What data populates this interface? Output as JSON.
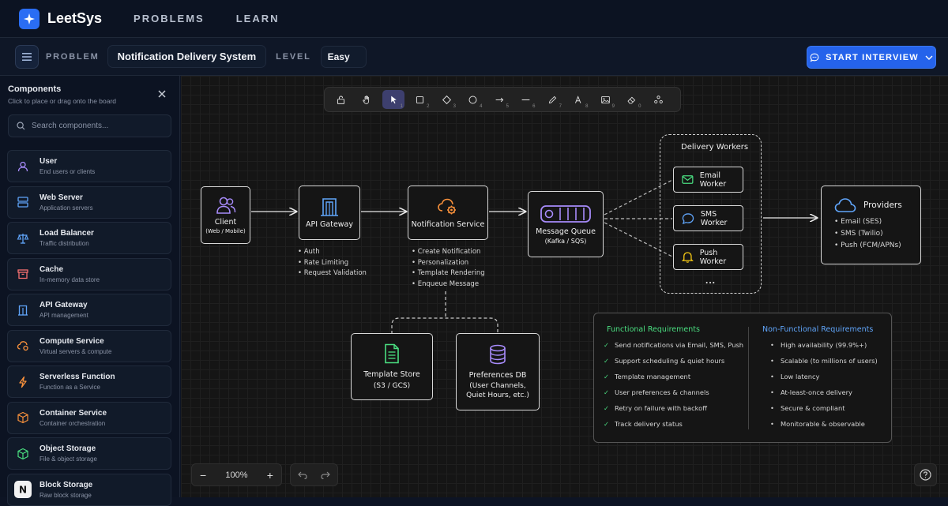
{
  "app": {
    "name": "LeetSys",
    "nav": [
      "PROBLEMS",
      "LEARN"
    ]
  },
  "problem_bar": {
    "problem_label": "PROBLEM",
    "problem_title": "Notification Delivery System",
    "level_label": "LEVEL",
    "level_value": "Easy",
    "start_button": "START INTERVIEW"
  },
  "sidebar": {
    "title": "Components",
    "subtitle": "Click to place or drag onto the board",
    "search_placeholder": "Search components...",
    "items": [
      {
        "name": "User",
        "desc": "End users or clients",
        "icon": "user-icon",
        "color": "#a78bfa"
      },
      {
        "name": "Web Server",
        "desc": "Application servers",
        "icon": "server-icon",
        "color": "#60a5fa"
      },
      {
        "name": "Load Balancer",
        "desc": "Traffic distribution",
        "icon": "scale-icon",
        "color": "#60a5fa"
      },
      {
        "name": "Cache",
        "desc": "In-memory data store",
        "icon": "cache-icon",
        "color": "#f87171"
      },
      {
        "name": "API Gateway",
        "desc": "API management",
        "icon": "gateway-icon",
        "color": "#60a5fa"
      },
      {
        "name": "Compute Service",
        "desc": "Virtual servers & compute",
        "icon": "compute-icon",
        "color": "#fb923c"
      },
      {
        "name": "Serverless Function",
        "desc": "Function as a Service",
        "icon": "lambda-icon",
        "color": "#fb923c"
      },
      {
        "name": "Container Service",
        "desc": "Container orchestration",
        "icon": "container-icon",
        "color": "#fb923c"
      },
      {
        "name": "Object Storage",
        "desc": "File & object storage",
        "icon": "bucket-icon",
        "color": "#4ade80"
      },
      {
        "name": "Block Storage",
        "desc": "Raw block storage",
        "icon": "block-storage-icon",
        "color": "#ffffff"
      }
    ]
  },
  "toolbar": {
    "tools": [
      {
        "icon": "lock-icon",
        "num": ""
      },
      {
        "icon": "hand-icon",
        "num": ""
      },
      {
        "icon": "cursor-icon",
        "num": "1"
      },
      {
        "icon": "rectangle-icon",
        "num": "2"
      },
      {
        "icon": "diamond-icon",
        "num": "3"
      },
      {
        "icon": "ellipse-icon",
        "num": "4"
      },
      {
        "icon": "arrow-icon",
        "num": "5"
      },
      {
        "icon": "line-icon",
        "num": "6"
      },
      {
        "icon": "pencil-icon",
        "num": "7"
      },
      {
        "icon": "text-icon",
        "num": "8"
      },
      {
        "icon": "image-icon",
        "num": "9"
      },
      {
        "icon": "eraser-icon",
        "num": "0"
      },
      {
        "icon": "library-icon",
        "num": ""
      }
    ]
  },
  "diagram": {
    "client": {
      "title": "Client",
      "sub": "(Web / Mobile)"
    },
    "api_gateway": {
      "title": "API Gateway",
      "bullets": [
        "• Auth",
        "• Rate Limiting",
        "• Request Validation"
      ]
    },
    "notification_service": {
      "title": "Notification Service",
      "bullets": [
        "• Create Notification",
        "• Personalization",
        "• Template Rendering",
        "• Enqueue Message"
      ]
    },
    "message_queue": {
      "title": "Message Queue",
      "sub": "(Kafka / SQS)"
    },
    "workers": {
      "title": "Delivery Workers",
      "items": [
        "Email Worker",
        "SMS Worker",
        "Push Worker"
      ],
      "more": "..."
    },
    "providers": {
      "title": "Providers",
      "bullets": [
        "• Email (SES)",
        "• SMS (Twilio)",
        "• Push (FCM/APNs)"
      ]
    },
    "template_store": {
      "title": "Template Store",
      "sub": "(S3 / GCS)"
    },
    "preferences_db": {
      "title": "Preferences DB",
      "sub1": "(User Channels,",
      "sub2": "Quiet Hours, etc.)"
    }
  },
  "requirements": {
    "functional_title": "Functional Requirements",
    "functional_color": "#4ade80",
    "functional": [
      "Send notifications via Email, SMS, Push",
      "Support scheduling & quiet hours",
      "Template management",
      "User preferences & channels",
      "Retry on failure with backoff",
      "Track delivery status"
    ],
    "nonfunctional_title": "Non-Functional Requirements",
    "nonfunctional_color": "#60a5fa",
    "nonfunctional": [
      "High availability (99.9%+)",
      "Scalable (to millions of users)",
      "Low latency",
      "At-least-once delivery",
      "Secure & compliant",
      "Monitorable &  observable"
    ]
  },
  "zoom": {
    "level": "100%"
  }
}
